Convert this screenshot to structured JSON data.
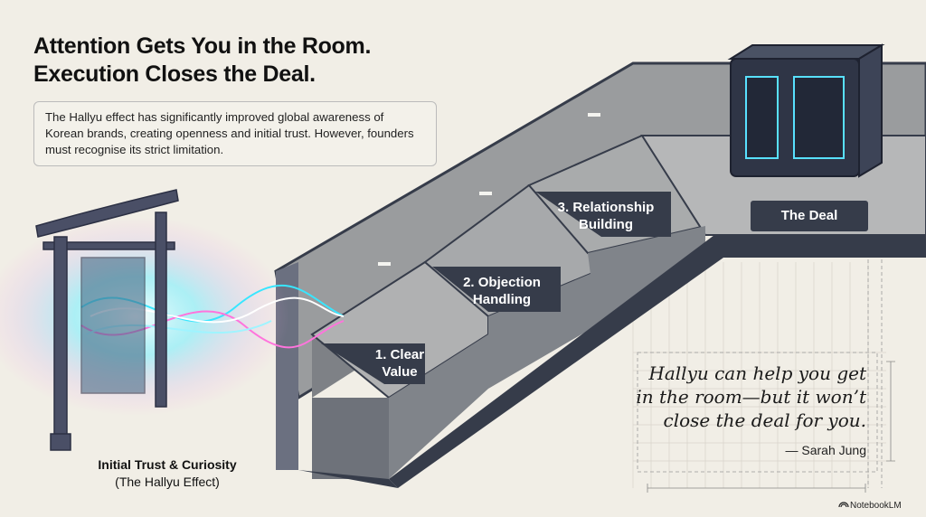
{
  "header": {
    "title_line1": "Attention Gets You in the Room.",
    "title_line2": "Execution Closes the Deal."
  },
  "intro": {
    "text": "The Hallyu effect has significantly improved global awareness of Korean brands, creating openness and initial trust. However, founders must recognise its strict limitation."
  },
  "gate": {
    "label": "Initial Trust & Curiosity",
    "sublabel": "(The Hallyu Effect)"
  },
  "steps": [
    {
      "line1": "1. Clear",
      "line2": "Value"
    },
    {
      "line1": "2. Objection",
      "line2": "Handling"
    },
    {
      "line1": "3. Relationship",
      "line2": "Building"
    }
  ],
  "deal": {
    "label": "The Deal"
  },
  "quote": {
    "text": "Hallyu can help you get in the room—but it won’t close the deal for you.",
    "author": "— Sarah Jung"
  },
  "brand": {
    "name": "NotebookLM"
  },
  "colors": {
    "background": "#f1eee6",
    "steel": "#363c4a",
    "concrete": "#8c8f93",
    "glow_cyan": "#39e6ff",
    "glow_pink": "#ff6fd8"
  }
}
